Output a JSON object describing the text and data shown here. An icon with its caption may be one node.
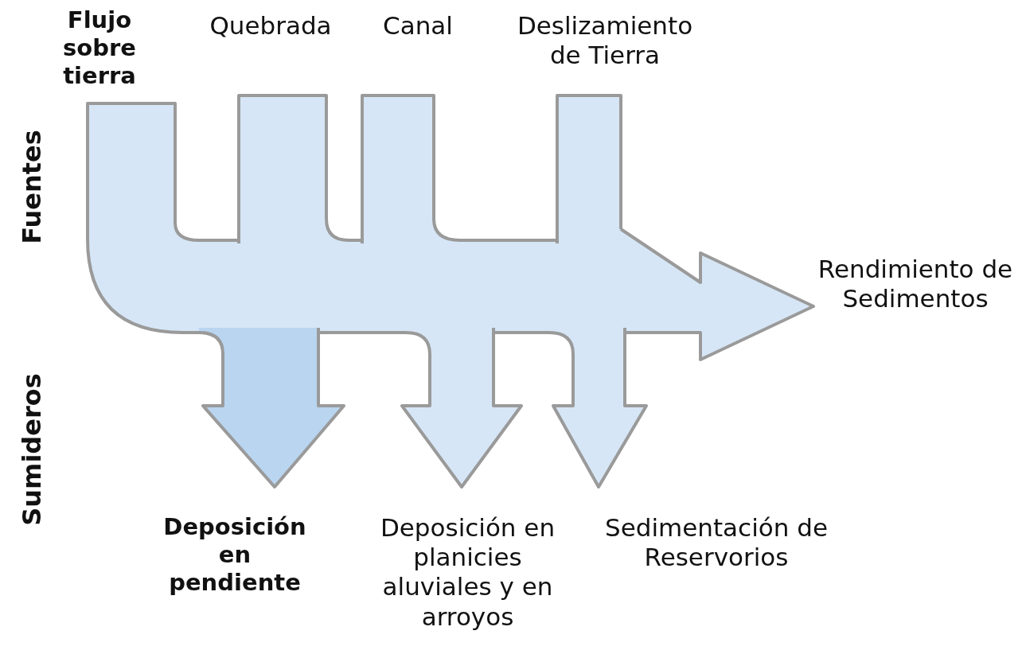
{
  "diagram": {
    "nodes": [
      {
        "text": [
          "Flujo sobre tierra"
        ]
      },
      {
        "text": [
          "Quebrada"
        ]
      },
      {
        "text": [
          "Canal"
        ]
      },
      {
        "text": [
          "Deslizamiento de Tierra"
        ]
      },
      {
        "text": [],
        "shape": "bar"
      },
      {
        "text": [
          "Rendimiento de Sedimentos"
        ]
      },
      {
        "text": [
          "Deposición en pendiente"
        ]
      },
      {
        "text": [
          "Deposición en planicies aluviales y en arroyos"
        ]
      },
      {
        "text": [
          "Sedimentación de Reservorios"
        ]
      }
    ],
    "edges": [
      {
        "from": 0,
        "to": 4,
        "arrow": "none",
        "style": "thick"
      },
      {
        "from": 1,
        "to": 4,
        "arrow": "none",
        "style": "thick"
      },
      {
        "from": 2,
        "to": 4,
        "arrow": "none",
        "style": "thick"
      },
      {
        "from": 3,
        "to": 4,
        "arrow": "none",
        "style": "thick"
      },
      {
        "from": 4,
        "to": 5,
        "arrow": "to",
        "style": "thick"
      },
      {
        "from": 4,
        "to": 6,
        "arrow": "to",
        "style": "thick",
        "color": "#b9d5f0"
      },
      {
        "from": 4,
        "to": 7,
        "arrow": "to",
        "style": "thick"
      },
      {
        "from": 4,
        "to": 8,
        "arrow": "to",
        "style": "thick"
      }
    ],
    "labels": [
      "Fuentes",
      "Sumideros"
    ]
  }
}
